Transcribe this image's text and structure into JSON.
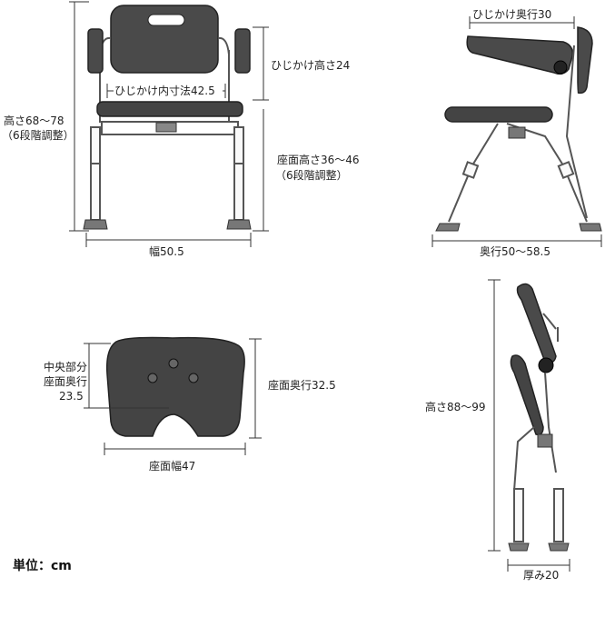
{
  "front_view": {
    "height_label": "高さ68～78",
    "height_note": "（6段階調整）",
    "armrest_height": "ひじかけ高さ24",
    "armrest_inner": "ひじかけ内寸法42.5",
    "seat_height": "座面高さ36～46",
    "seat_height_note": "（6段階調整）",
    "width": "幅50.5"
  },
  "side_view": {
    "armrest_depth": "ひじかけ奥行30",
    "depth": "奥行50～58.5"
  },
  "seat_top": {
    "center_label_1": "中央部分",
    "center_label_2": "座面奥行",
    "center_value": "23.5",
    "seat_depth": "座面奥行32.5",
    "seat_width": "座面幅47"
  },
  "folded_view": {
    "height": "高さ88～99",
    "thickness": "厚み20"
  },
  "unit": "単位：cm",
  "colors": {
    "seat": "#444444",
    "frame": "#555555",
    "line": "#333333"
  }
}
